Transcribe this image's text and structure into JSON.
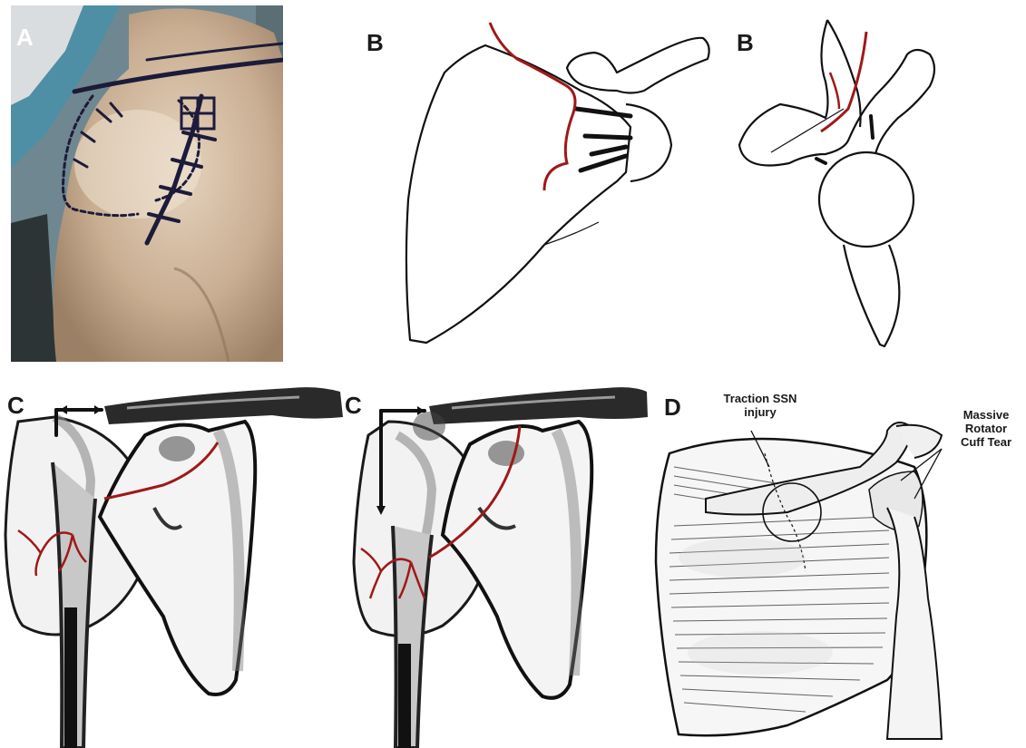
{
  "panels": {
    "a": {
      "label": "A"
    },
    "b1": {
      "label": "B"
    },
    "b2": {
      "label": "B"
    },
    "c1": {
      "label": "C"
    },
    "c2": {
      "label": "C"
    },
    "d": {
      "label": "D",
      "annotation_left": {
        "line1": "Traction SSN",
        "line2": "injury"
      },
      "annotation_right": {
        "line1": "Massive",
        "line2": "Rotator",
        "line3": "Cuff Tear"
      }
    }
  },
  "colors": {
    "nerve": "#a01818",
    "ink": "#111111",
    "skin": "#cdb59a",
    "drape": "#4e8fa6"
  }
}
